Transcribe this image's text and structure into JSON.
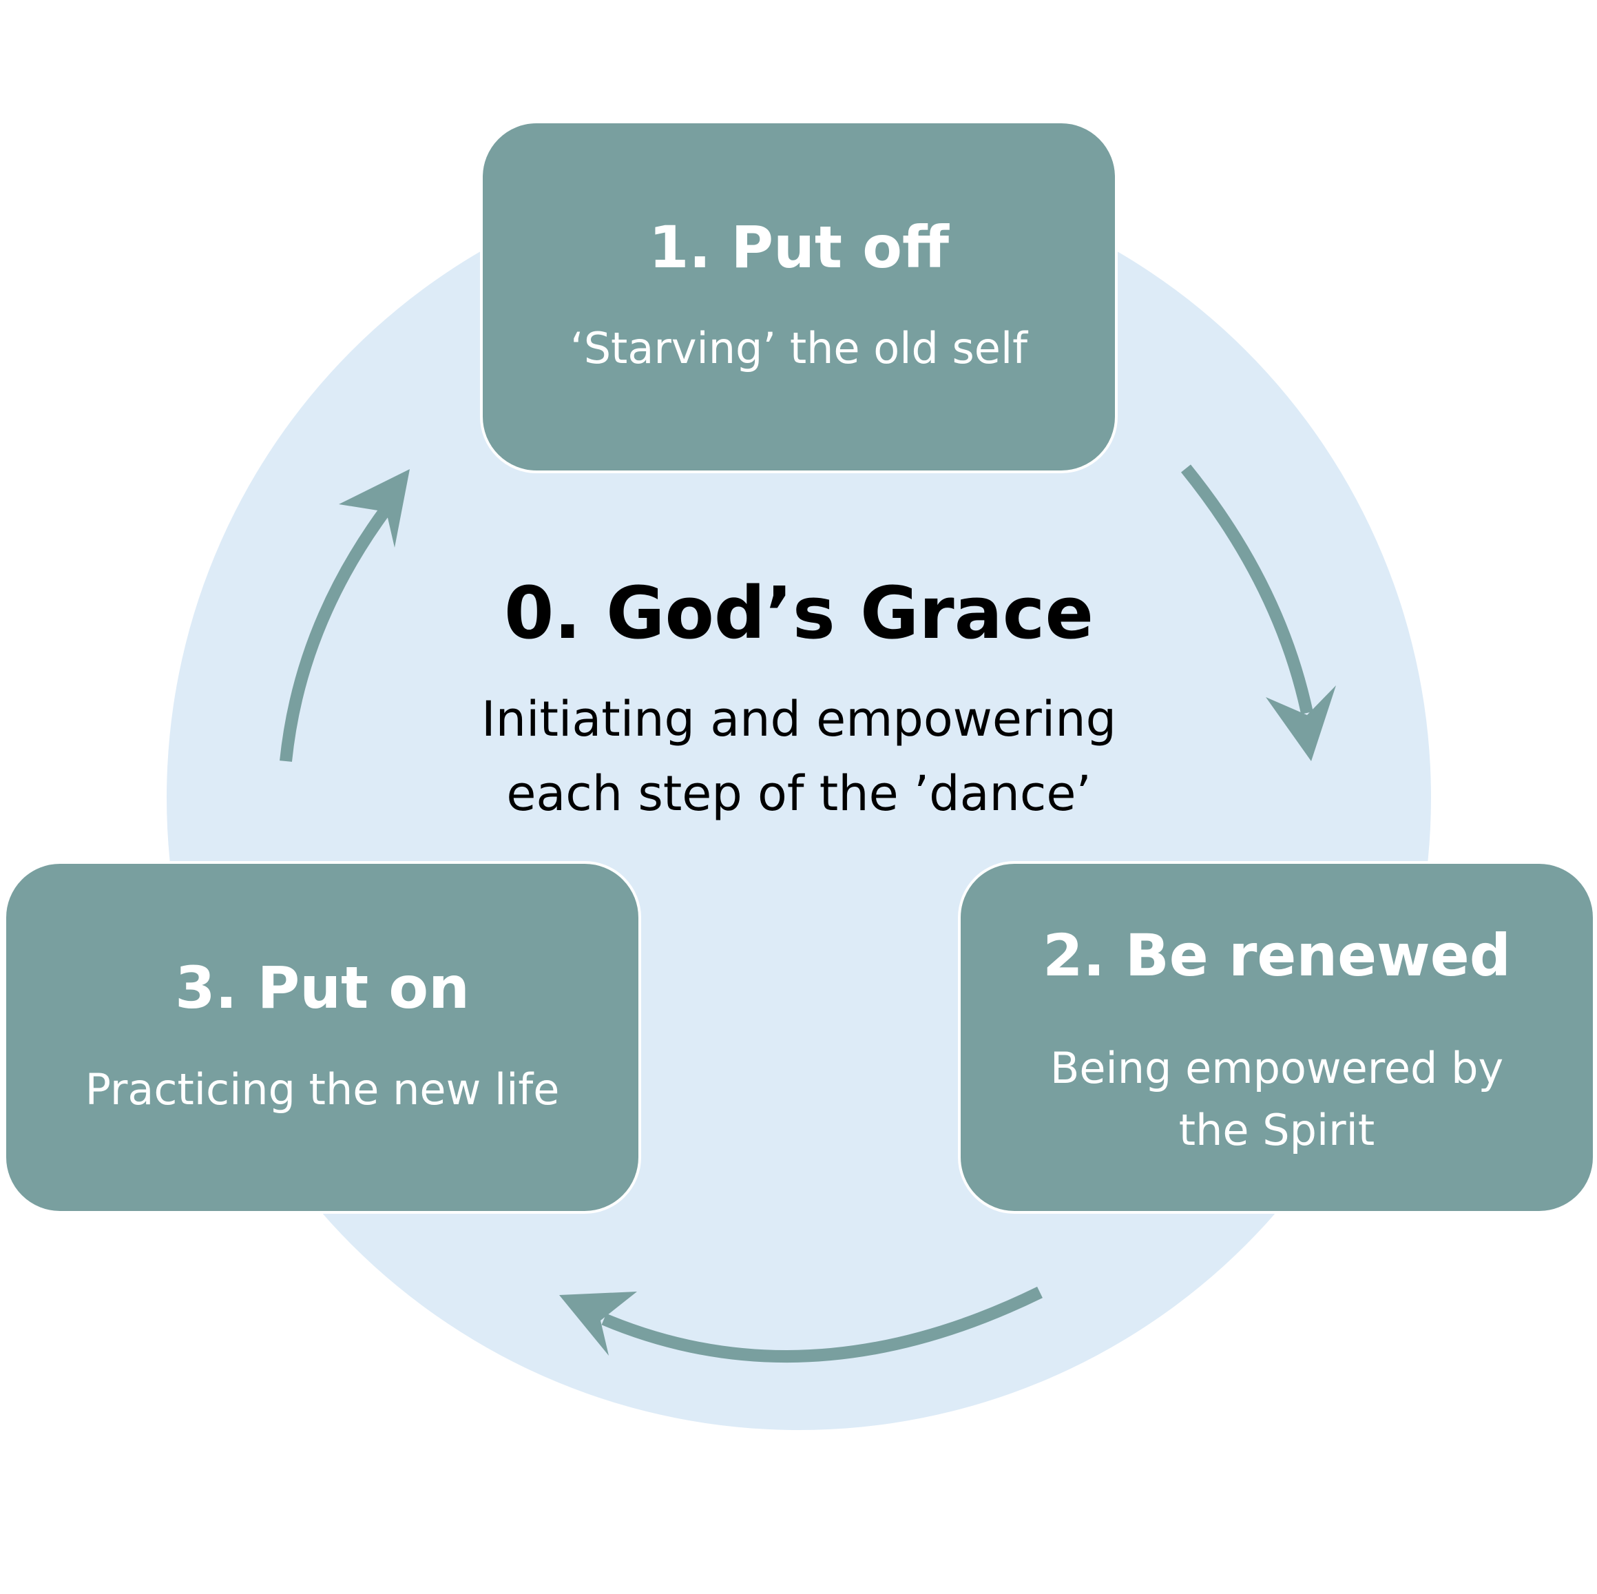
{
  "diagram": {
    "colors": {
      "circle": "#ddebf7",
      "box": "#799f9f",
      "arrow": "#799f9f",
      "box_text": "#ffffff",
      "center_text": "#000000"
    },
    "center": {
      "title": "0. God’s Grace",
      "lines": [
        "Initiating and empowering",
        "each step of the ’dance’"
      ]
    },
    "steps": [
      {
        "title": "1. Put off",
        "description": "‘Starving’ the old self"
      },
      {
        "title": "2. Be renewed",
        "description": "Being empowered by the Spirit"
      },
      {
        "title": "3. Put on",
        "description": "Practicing the new life"
      }
    ],
    "flow": [
      "1 → 2",
      "2 → 3",
      "3 → 1"
    ]
  }
}
